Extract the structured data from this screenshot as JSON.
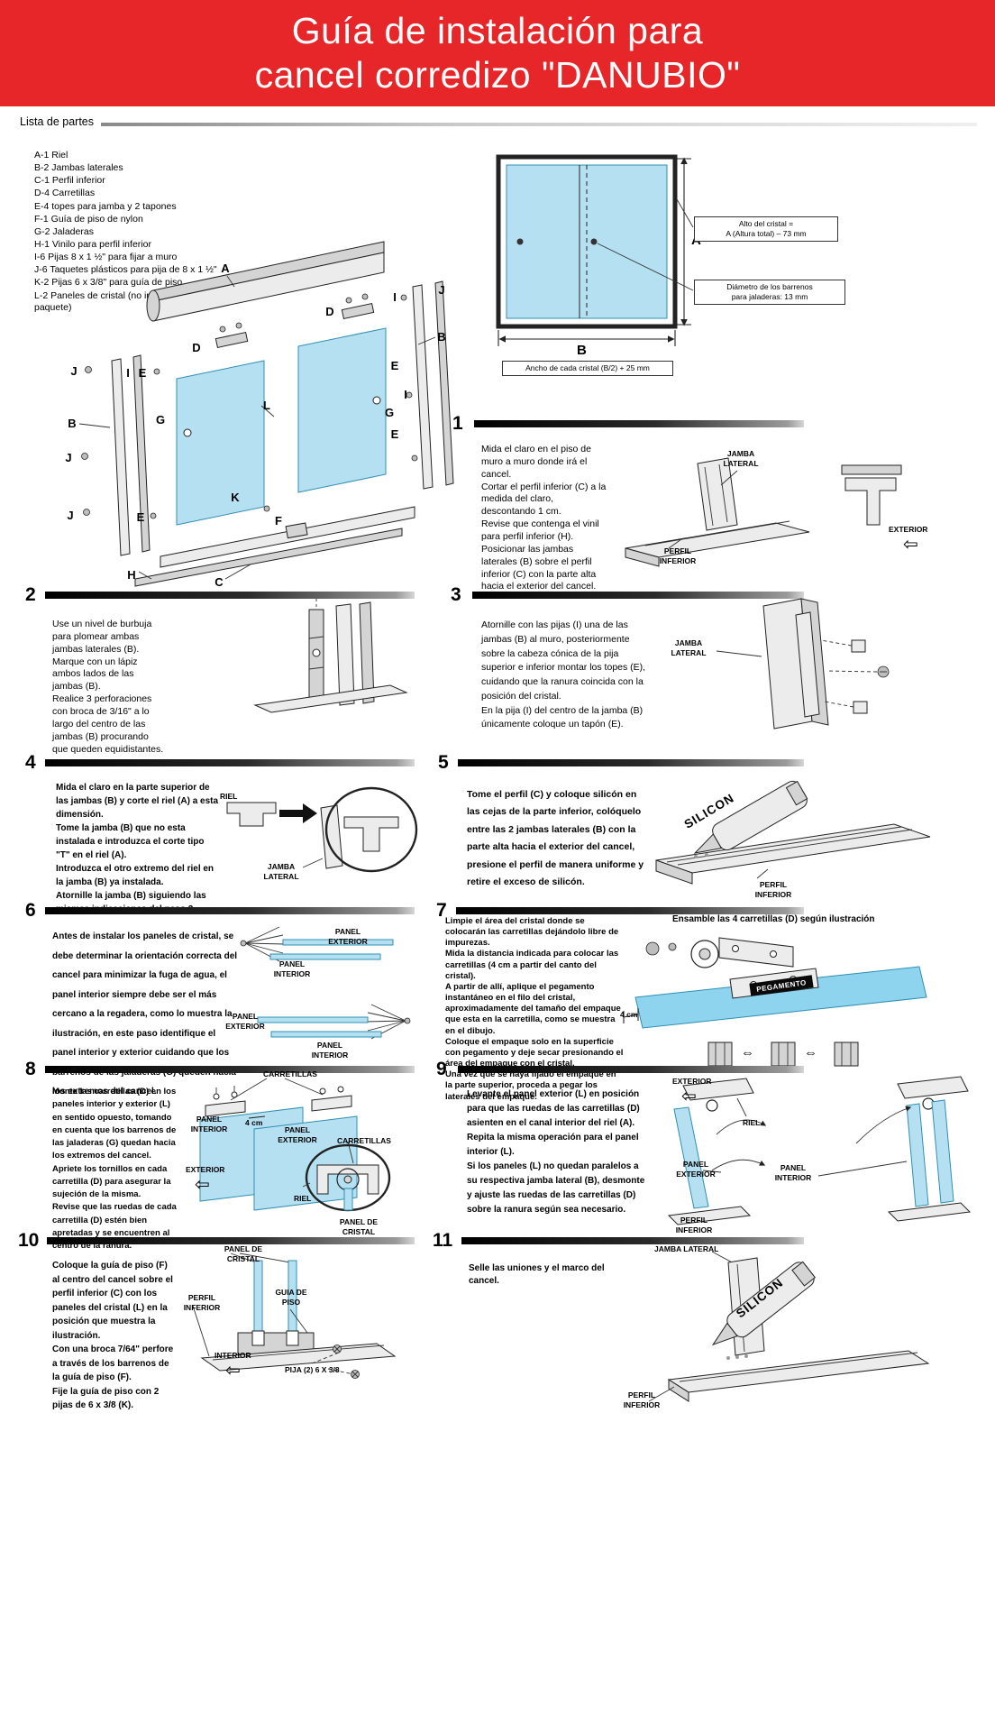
{
  "title": {
    "line1": "Guía de instalación para",
    "line2": "cancel corredizo \"DANUBIO\""
  },
  "parts": {
    "heading": "Lista de partes",
    "items": [
      "A-1 Riel",
      "B-2 Jambas laterales",
      "C-1 Perfil inferior",
      "D-4 Carretillas",
      "E-4 topes para jamba y 2 tapones",
      "F-1 Guía de piso de nylon",
      "G-2 Jaladeras",
      "H-1 Vinilo para perfil inferior",
      "I-6 Pijas 8 x 1 ½\" para fijar a muro",
      "J-6 Taquetes plásticos para pija de 8 x 1 ½\"",
      "K-2 Pijas 6 x 3/8\" para guía de piso",
      "L-2 Paneles de cristal (no incluidos en el paquete)"
    ]
  },
  "exploded": {
    "letters": {
      "A": "A",
      "B": "B",
      "C": "C",
      "D": "D",
      "E": "E",
      "F": "F",
      "G": "G",
      "H": "H",
      "I": "I",
      "J": "J",
      "K": "K",
      "L": "L"
    }
  },
  "dimension_diagram": {
    "label_a": "A",
    "label_b": "B",
    "callout_height_1": "Alto del cristal =",
    "callout_height_2": "A (Altura total) – 73 mm",
    "callout_holes_1": "Diámetro de los barrenos",
    "callout_holes_2": "para jaladeras: 13 mm",
    "width_note": "Ancho de cada cristal (B/2) + 25 mm"
  },
  "icons": {
    "arrow_left": "⇦",
    "arrow_both": "⇔"
  },
  "colors": {
    "banner_red": "#e62629",
    "glass_blue": "#b5e0f2",
    "glass_cyan": "#8ed4ef"
  },
  "steps": [
    {
      "number": "1",
      "text": "Mida el claro en el piso de muro a muro donde irá el cancel.\nCortar el perfil inferior (C) a la medida del claro, descontando 1 cm.\nRevise que contenga el vinil para perfil inferior (H).\nPosicionar las jambas laterales (B) sobre el perfil inferior (C) con la parte alta hacia el exterior del cancel.",
      "labels": {
        "jamba": "JAMBA LATERAL",
        "perfil": "PERFIL INFERIOR",
        "exterior": "EXTERIOR"
      }
    },
    {
      "number": "2",
      "text": "Use un nivel de burbuja para plomear ambas jambas laterales (B).\nMarque con un lápiz ambos lados de las jambas (B).\nRealice 3 perforaciones con broca de 3/16\" a lo largo del centro de las jambas (B) procurando que queden equidistantes.",
      "labels": {}
    },
    {
      "number": "3",
      "text": "Atornille con las pijas (I) una de las jambas (B) al muro, posteriormente sobre la cabeza cónica de la pija superior e inferior montar los topes (E), cuidando que la ranura coincida con la posición del cristal.\nEn la pija (I) del centro de la jamba (B) únicamente coloque un tapón (E).",
      "labels": {
        "jamba": "JAMBA LATERAL"
      }
    },
    {
      "number": "4",
      "text": "Mida el claro en la parte superior de las jambas (B) y corte el riel (A) a esta dimensión.\nTome la jamba (B) que no esta instalada e introduzca el corte tipo \"T\" en el riel (A).\nIntroduzca el otro extremo del riel en la jamba (B) ya instalada.\nAtornille la jamba (B) siguiendo las mismas indicaciones del paso 3.",
      "labels": {
        "riel": "RIEL",
        "jamba": "JAMBA LATERAL"
      }
    },
    {
      "number": "5",
      "text": "Tome el perfil (C) y coloque silicón en las cejas de la parte inferior, colóquelo entre las 2 jambas laterales (B) con la parte alta hacia el exterior del cancel, presione el perfil de manera uniforme y retire el exceso de silicón.",
      "labels": {
        "silicon": "SILICON",
        "perfil": "PERFIL INFERIOR"
      }
    },
    {
      "number": "6",
      "text": "Antes de instalar los paneles de cristal, se debe determinar la orientación correcta del cancel para minimizar la fuga de agua, el panel interior siempre debe ser el más cercano a la regadera, como lo muestra la ilustración, en este paso identifique el panel interior y exterior cuidando que los barrenos de las jaladeras (G) queden hacia los extremos del cancel.",
      "labels": {
        "panel_exterior": "PANEL EXTERIOR",
        "panel_interior": "PANEL INTERIOR"
      }
    },
    {
      "number": "7",
      "heading": "Ensamble las 4 carretillas (D) según ilustración",
      "text": "Limpie el área del cristal donde se colocarán las carretillas dejándolo libre de impurezas.\nMida la distancia indicada para colocar las carretillas (4 cm a partir del canto del cristal).\nA partir de allí, aplique el pegamento instantáneo en el filo del cristal, aproximadamente del tamaño del empaque que esta en la carretilla, como se muestra en el dibujo.\nColoque el empaque solo en la superficie con pegamento y deje secar presionando el área del empaque con el cristal.\nUna vez que se haya fijado el empaque en la parte superior, proceda a pegar los laterales del empaque.",
      "labels": {
        "pegamento": "PEGAMENTO",
        "cm": "4 cm"
      }
    },
    {
      "number": "8",
      "text": "Monte las carretillas (D) en los paneles interior y exterior (L) en sentido opuesto, tomando en cuenta que los barrenos de las jaladeras (G) quedan hacia los extremos del cancel.\nApriete los tornillos en cada carretilla (D) para asegurar la sujeción de la misma.\nRevise que las ruedas de cada carretilla (D) estén bien apretadas y se encuentren al centro de la ranura.",
      "labels": {
        "carretillas": "CARRETILLAS",
        "panel_interior": "PANEL INTERIOR",
        "cm": "4 cm",
        "panel_exterior": "PANEL EXTERIOR",
        "exterior": "EXTERIOR",
        "riel": "RIEL",
        "panel_cristal": "PANEL DE CRISTAL"
      }
    },
    {
      "number": "9",
      "text": "Levante el panel exterior (L) en posición para que las ruedas de las carretillas (D) asienten en el canal interior del riel (A).\nRepita la misma operación para el panel interior (L).\nSi los paneles (L) no quedan paralelos a su respectiva jamba lateral (B), desmonte y ajuste las ruedas de las carretillas (D) sobre la ranura según sea necesario.",
      "labels": {
        "exterior": "EXTERIOR",
        "riel": "RIEL",
        "panel_exterior": "PANEL EXTERIOR",
        "panel_interior": "PANEL INTERIOR",
        "perfil": "PERFIL INFERIOR"
      }
    },
    {
      "number": "10",
      "text": "Coloque la guía de piso (F) al centro del cancel sobre el perfil inferior (C) con los paneles del cristal (L) en la posición que muestra la ilustración.\nCon una broca 7/64\" perfore a través de los barrenos de la guía de piso (F).\nFije la guía de piso con 2 pijas de 6 x 3/8 (K).",
      "labels": {
        "panel_cristal": "PANEL DE CRISTAL",
        "perfil": "PERFIL INFERIOR",
        "guia": "GUIA DE PISO",
        "interior": "INTERIOR",
        "pija": "PIJA (2) 6 X 3/8"
      }
    },
    {
      "number": "11",
      "text": "Selle las uniones y el marco del cancel.",
      "labels": {
        "jamba": "JAMBA LATERAL",
        "silicon": "SILICON",
        "perfil": "PERFIL INFERIOR"
      }
    }
  ]
}
